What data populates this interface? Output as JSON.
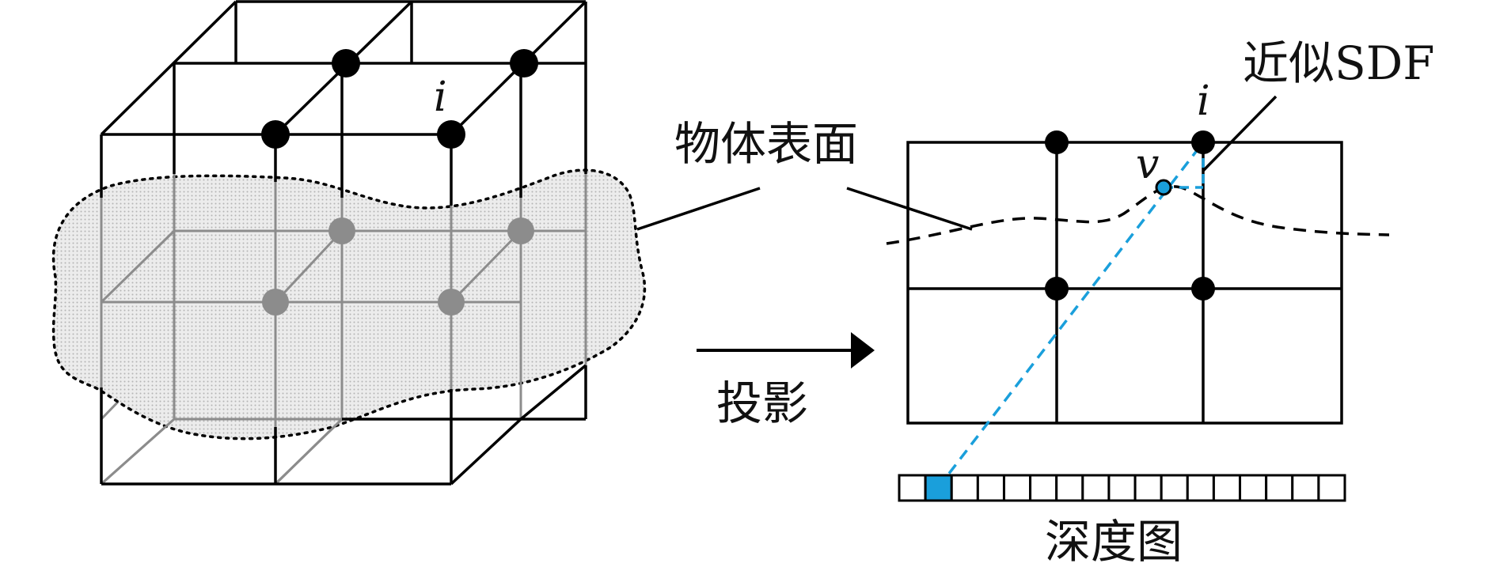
{
  "labels": {
    "object_surface": "物体表面",
    "approx_sdf": "近似SDF",
    "projection": "投影",
    "depth_map": "深度图",
    "voxel_index_cube": "i",
    "voxel_index_plane": "i",
    "point_v": "v"
  },
  "colors": {
    "line": "#000000",
    "surface_fill": "#e3e3e3",
    "back_edge": "#8c8c8c",
    "back_node": "#8c8c8c",
    "node": "#000000",
    "ray": "#1a9fdb",
    "depth_pixel_highlight": "#1a9fdb"
  },
  "depth_map": {
    "pixel_count": 17,
    "highlighted_index": 1
  },
  "icons": {
    "arrow": "right-arrow-icon"
  }
}
